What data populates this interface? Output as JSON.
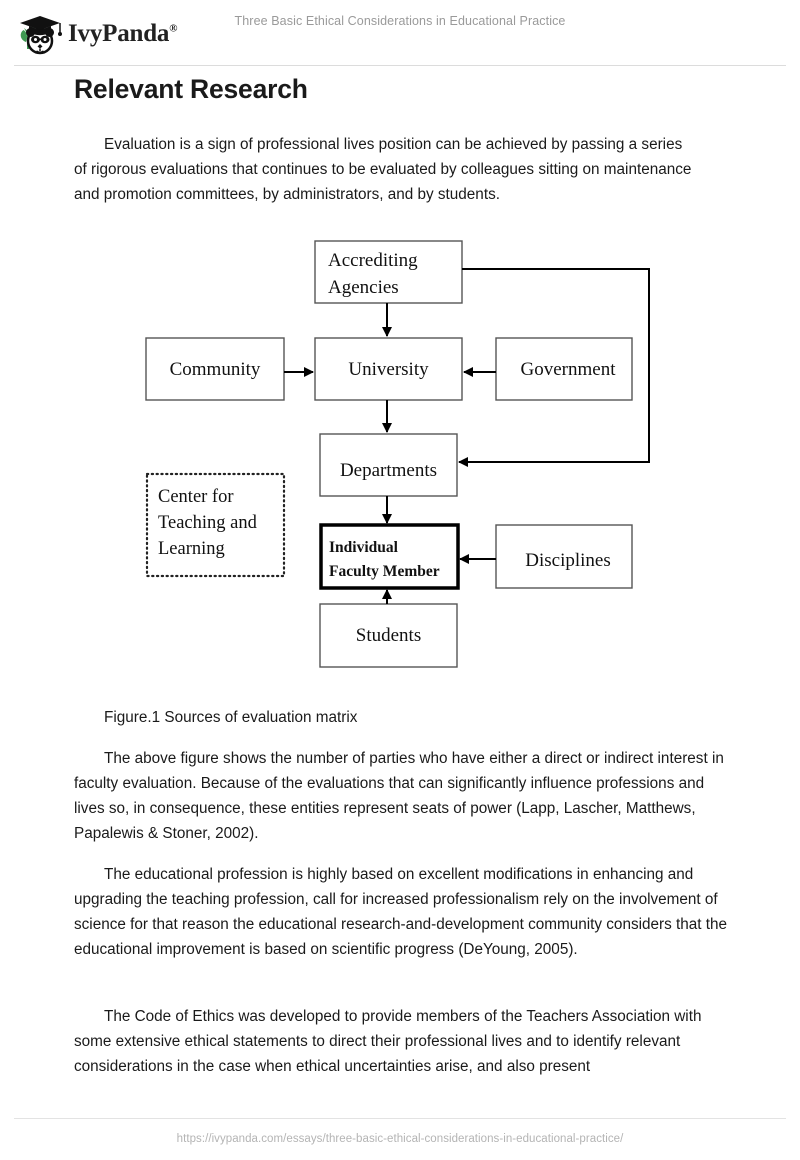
{
  "header": {
    "brand_name": "IvyPanda",
    "brand_registered_mark": "®",
    "brand_logo_icon": "panda-graduate-icon",
    "document_title": "Three Basic Ethical Considerations in Educational Practice"
  },
  "page": {
    "title": "Relevant Research",
    "paragraphs": [
      "Evaluation is a sign of professional lives position can be achieved by passing a series of rigorous evaluations that continues to be evaluated by colleagues sitting on maintenance and promotion committees, by administrators, and by students.",
      "The above figure shows the number of parties who have either a direct or indirect interest in faculty evaluation. Because of the evaluations that can significantly influence professions and lives so, in consequence, these entities represent seats of power (Lapp, Lascher, Matthews, Papalewis & Stoner, 2002).",
      "The educational profession is highly based on excellent modifications in enhancing and upgrading the teaching profession, call for increased professionalism rely on the involvement of science for that reason the educational research-and-development community considers that the educational improvement is based on scientific progress (DeYoung, 2005).",
      "The Code of Ethics was developed to provide members of the Teachers Association with some extensive ethical statements to direct their professional lives and to identify relevant considerations in the case when ethical uncertainties arise, and also present"
    ],
    "figure_caption": "Figure.1 Sources of evaluation matrix"
  },
  "figure": {
    "type": "flow-diagram",
    "nodes": [
      {
        "id": "accrediting-agencies",
        "label": "Accrediting\nAgencies",
        "line1": "Accrediting",
        "line2": "Agencies",
        "style": "solid",
        "bold": false
      },
      {
        "id": "community",
        "label": "Community",
        "style": "solid",
        "bold": false
      },
      {
        "id": "university",
        "label": "University",
        "style": "solid",
        "bold": false
      },
      {
        "id": "government",
        "label": "Government",
        "style": "solid",
        "bold": false
      },
      {
        "id": "departments",
        "label": "Departments",
        "style": "solid",
        "bold": false
      },
      {
        "id": "center-for-teaching-and-learning",
        "label": "Center for Teaching and Learning",
        "line1": "Center for",
        "line2": "Teaching and",
        "line3": "Learning",
        "style": "dotted",
        "bold": false
      },
      {
        "id": "individual-faculty-member",
        "label": "Individual Faculty Member",
        "line1": "Individual",
        "line2": "Faculty Member",
        "style": "solid-thick",
        "bold": true
      },
      {
        "id": "disciplines",
        "label": "Disciplines",
        "style": "solid",
        "bold": false
      },
      {
        "id": "students",
        "label": "Students",
        "style": "solid",
        "bold": false
      }
    ],
    "edges": [
      {
        "from": "accrediting-agencies",
        "to": "university"
      },
      {
        "from": "community",
        "to": "university"
      },
      {
        "from": "government",
        "to": "university"
      },
      {
        "from": "university",
        "to": "departments"
      },
      {
        "from": "accrediting-agencies",
        "to": "departments"
      },
      {
        "from": "departments",
        "to": "individual-faculty-member"
      },
      {
        "from": "disciplines",
        "to": "individual-faculty-member"
      },
      {
        "from": "students",
        "to": "individual-faculty-member"
      }
    ]
  },
  "footer": {
    "url": "https://ivypanda.com/essays/three-basic-ethical-considerations-in-educational-practice/"
  },
  "colors": {
    "text": "#1a1a1a",
    "muted": "#9a9a9a",
    "footer": "#b4b4b4",
    "rule": "#dcdcdc",
    "diagram_stroke": "#555555",
    "diagram_stroke_strong": "#000000",
    "logo_leaf": "#3f9a52"
  }
}
